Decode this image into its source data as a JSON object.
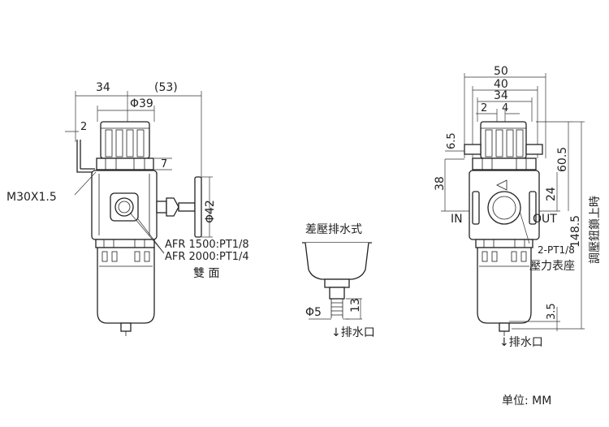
{
  "front_view": {
    "dim_width_left": "34",
    "dim_width_right": "(53)",
    "dim_knob_dia": "Φ39",
    "dim_2": "2",
    "dim_7": "7",
    "dim_gauge_dia": "Φ42",
    "thread_label": "M30X1.5",
    "port_line_1": "AFR 1500:PT1/8",
    "port_line_2": "AFR 2000:PT1/4",
    "both_sides": "雙 面"
  },
  "drain_detail": {
    "title": "差壓排水式",
    "dim_dia": "Φ5",
    "dim_height": "13",
    "drain_label": "↓排水口"
  },
  "side_view": {
    "dim_50": "50",
    "dim_40": "40",
    "dim_34": "34",
    "dim_2": "2",
    "dim_4": "4",
    "dim_6_5": "6.5",
    "dim_38": "38",
    "dim_60_5": "60.5",
    "dim_24": "24",
    "dim_148_5": "148.5",
    "dim_3_5": "3.5",
    "label_in": "IN",
    "label_out": "OUT",
    "gauge_port": "2-PT1/8",
    "gauge_seat": "壓力表座",
    "lock_note": "調壓鈕鎖上時",
    "drain_label": "↓排水口"
  },
  "unit_label": "单位: MM"
}
